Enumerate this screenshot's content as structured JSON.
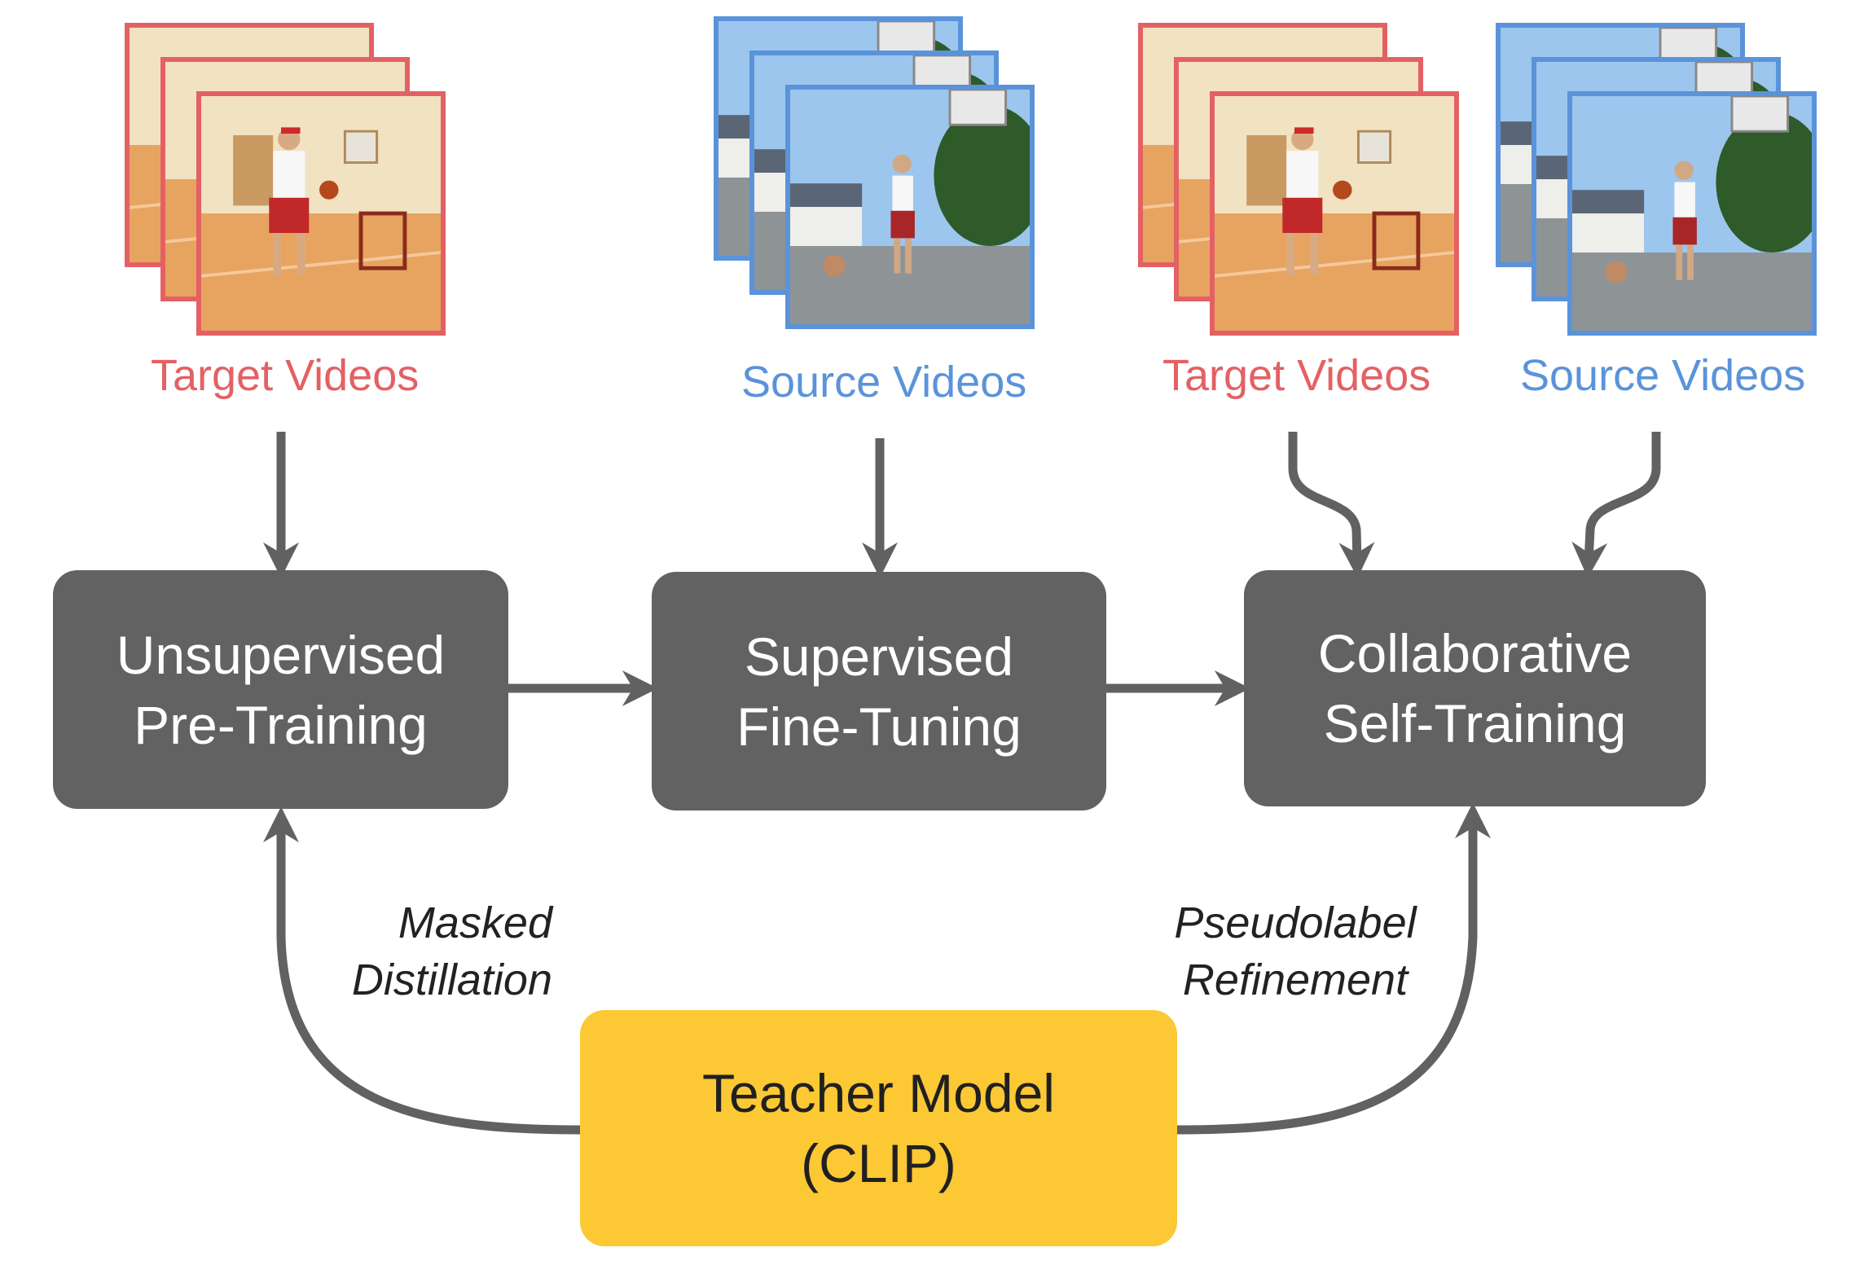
{
  "colors": {
    "target": "#e36164",
    "source": "#5a93da",
    "stage_fill": "#626262",
    "teacher_fill": "#fcc834",
    "arrow": "#616161"
  },
  "inputs": [
    {
      "caption": "Target Videos",
      "kind": "target"
    },
    {
      "caption": "Source Videos",
      "kind": "source"
    },
    {
      "caption": "Target Videos",
      "kind": "target"
    },
    {
      "caption": "Source Videos",
      "kind": "source"
    }
  ],
  "stages": [
    {
      "label": "Unsupervised\nPre-Training"
    },
    {
      "label": "Supervised\nFine-Tuning"
    },
    {
      "label": "Collaborative\nSelf-Training"
    }
  ],
  "teacher": {
    "label": "Teacher Model\n(CLIP)"
  },
  "edges": {
    "left_label": "Masked\nDistillation",
    "right_label": "Pseudolabel\nRefinement"
  },
  "icons": [
    "video-frame-stack-icon",
    "arrow-icon"
  ]
}
